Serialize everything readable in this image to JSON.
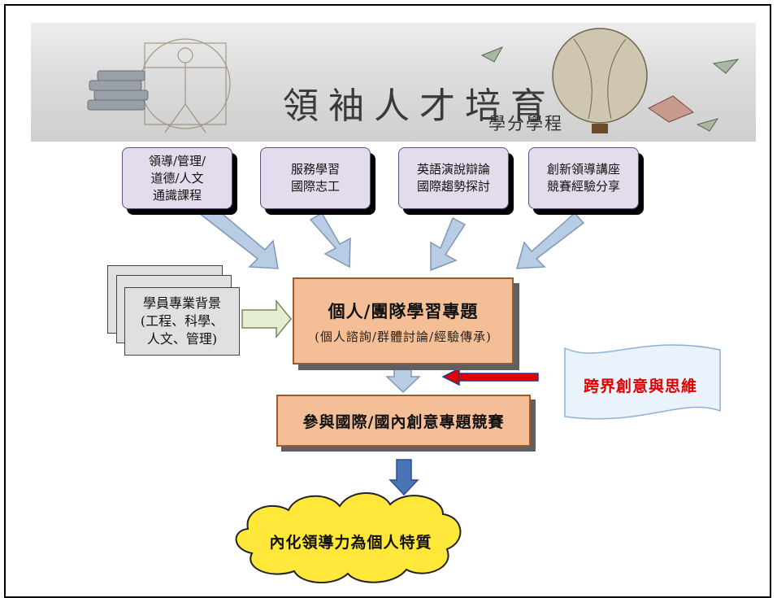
{
  "banner": {
    "title": "領袖人才培育",
    "subtitle": "學分學程"
  },
  "top_boxes": [
    {
      "label": "領導/管理/\n道德/人文\n通識課程"
    },
    {
      "label": "服務學習\n國際志工"
    },
    {
      "label": "英語演說辯論\n國際趨勢探討"
    },
    {
      "label": "創新領導講座\n競賽經驗分享"
    }
  ],
  "background_box": {
    "label": "學員專業背景\n(工程、科學、\n人文、管理)"
  },
  "center_box": {
    "title": "個人/團隊學習專題",
    "subtitle": "(個人諮詢/群體討論/經驗傳承)"
  },
  "competition_box": {
    "label": "參與國際/國內創意專題競賽"
  },
  "cross_domain": {
    "label": "跨界創意與思維"
  },
  "outcome": {
    "label": "內化領導力為個人特質"
  },
  "colors": {
    "top_box_fill": "#e2dcec",
    "center_fill": "#f4bf96",
    "arrow_fill": "#b8cce4",
    "accent_red": "#e00000"
  }
}
